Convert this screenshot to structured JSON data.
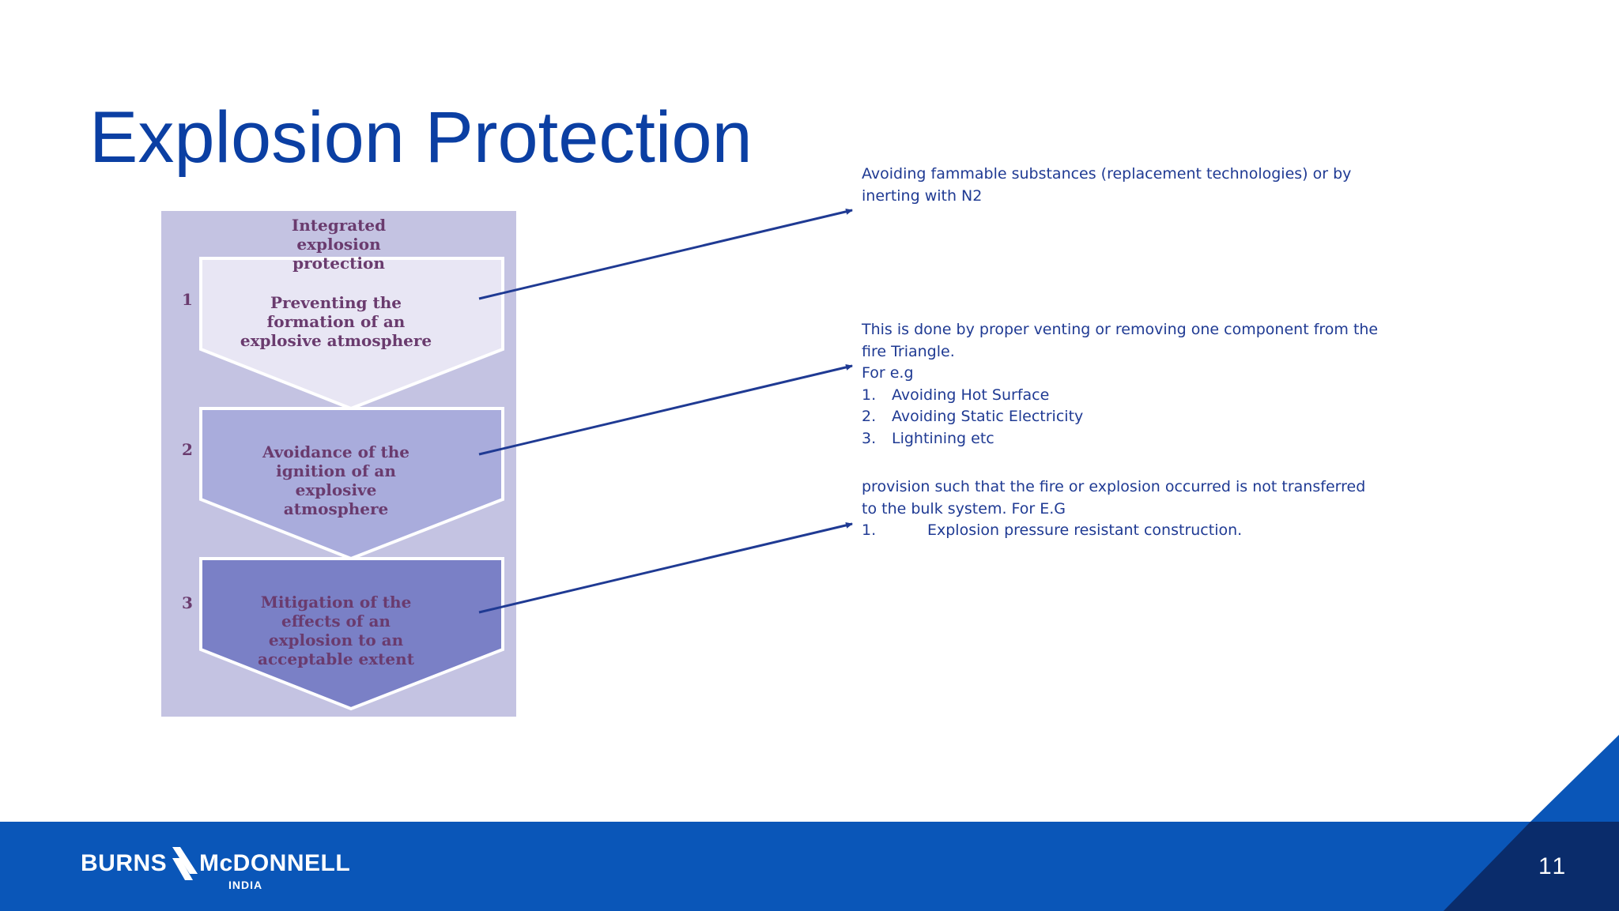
{
  "slide": {
    "title": "Explosion Protection",
    "page_number": "11"
  },
  "figure": {
    "heading": "Integrated explosion protection",
    "steps": [
      {
        "number": "1",
        "label": "Preventing the formation of an explosive atmosphere"
      },
      {
        "number": "2",
        "label": "Avoidance of the ignition of an explosive atmosphere"
      },
      {
        "number": "3",
        "label": "Mitigation of the effects of an explosion to an acceptable extent"
      }
    ]
  },
  "notes": {
    "prevention": {
      "text": "Avoiding fammable substances (replacement technologies) or by inerting with N2"
    },
    "avoidance": {
      "line1": "This is done by proper venting or removing one component from the fire Triangle.",
      "line2": "For e.g",
      "items": [
        {
          "num": "1.",
          "text": "Avoiding Hot Surface"
        },
        {
          "num": "2.",
          "text": "Avoiding Static Electricity"
        },
        {
          "num": "3.",
          "text": "Lightining etc"
        }
      ]
    },
    "mitigation": {
      "line1": "provision such that the fire or explosion occurred is not transferred to the bulk system. For E.G",
      "items": [
        {
          "num": "1.",
          "text": "Explosion pressure resistant construction."
        }
      ]
    }
  },
  "footer": {
    "logo_name_left": "BURNS",
    "logo_name_right": "McDONNELL",
    "logo_sub": "INDIA"
  },
  "colors": {
    "title": "#0b3fa3",
    "note_text": "#1f3a93",
    "footer_bar": "#0a56b8",
    "footer_corner_dark": "#0a2c6b",
    "figure_bg": "#c4c3e2",
    "figure_text": "#6a3b6e"
  }
}
